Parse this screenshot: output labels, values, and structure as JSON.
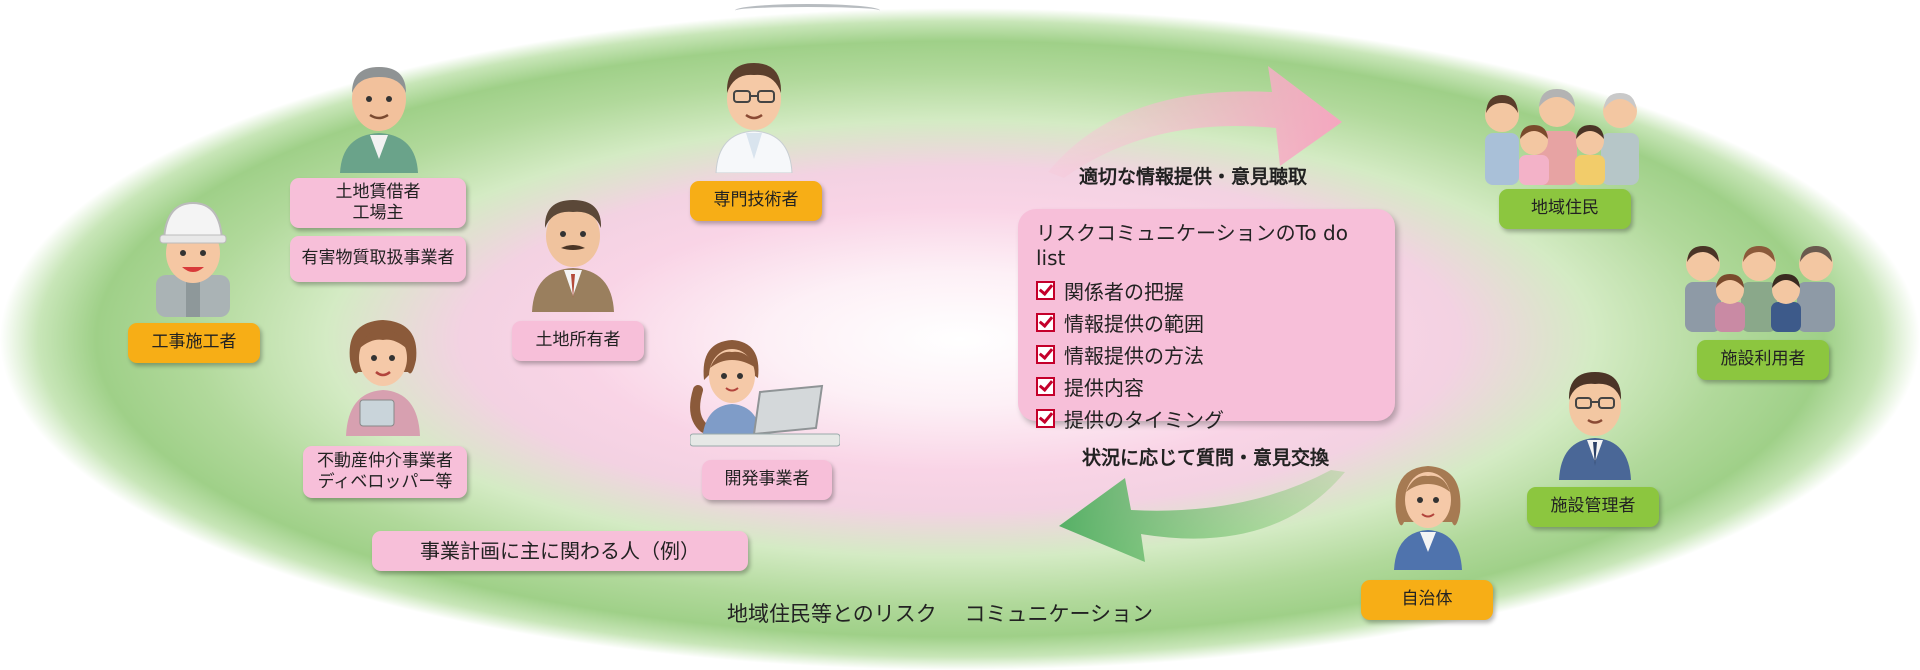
{
  "labels": {
    "landlord": [
      "土地賃借者",
      "工場主"
    ],
    "hazardous_handler": "有害物質取扱事業者",
    "contractor": "工事施工者",
    "landowner": "土地所有者",
    "expert": "専門技術者",
    "developer": "開発事業者",
    "realestate": [
      "不動産仲介事業者",
      "ディベロッパー等"
    ],
    "project_people": "事業計画に主に関わる人（例）",
    "residents": "地域住民",
    "facility_users": "施設利用者",
    "facility_manager": "施設管理者",
    "municipality": "自治体"
  },
  "arrows": {
    "top_text": "適切な情報提供・意見聴取",
    "bottom_text": "状況に応じて質問・意見交換"
  },
  "todo": {
    "title": "リスクコミュニケーションのTo do list",
    "items": [
      "関係者の把握",
      "情報提供の範囲",
      "情報提供の方法",
      "提供内容",
      "提供のタイミング"
    ]
  },
  "footer": "地域住民等とのリスク　 コミュニケーション",
  "colors": {
    "pink_label": "#f7bfd9",
    "orange_label": "#f7ae16",
    "green_label": "#8cc63f",
    "check_red": "#c4002b"
  }
}
